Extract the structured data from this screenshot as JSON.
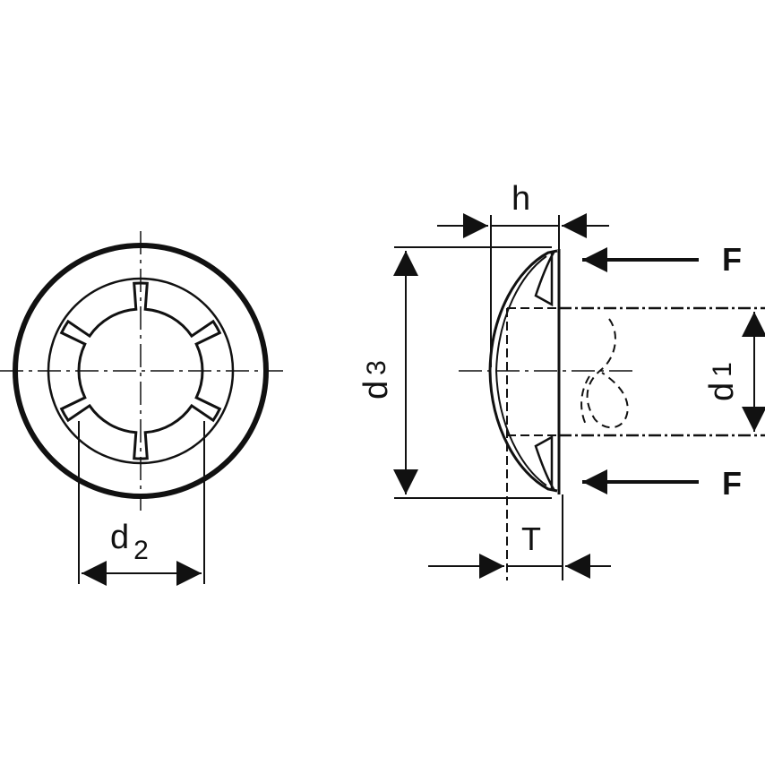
{
  "colors": {
    "ink": "#111111",
    "background": "#ffffff"
  },
  "labels": {
    "h": "h",
    "F_top": "F",
    "F_bottom": "F",
    "d3_base": "d",
    "d3_sub": "3",
    "d1_base": "d",
    "d1_sub": "1",
    "d2_base": "d",
    "d2_sub": "2",
    "T": "T"
  }
}
